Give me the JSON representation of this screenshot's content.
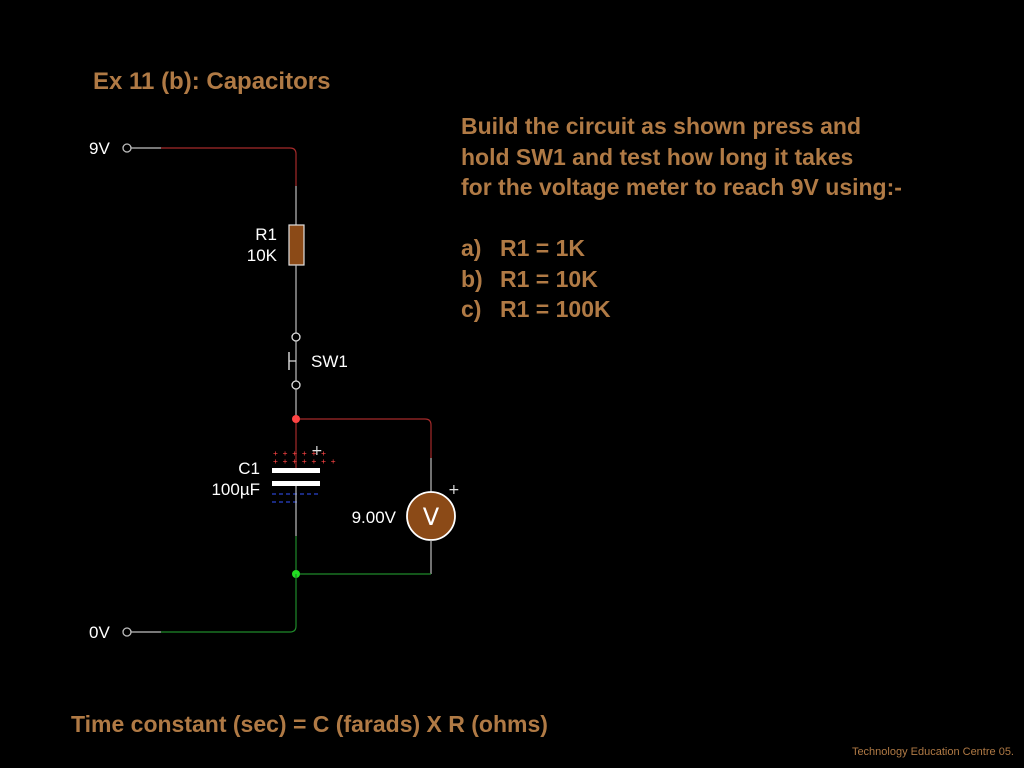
{
  "title": "Ex 11 (b): Capacitors",
  "instructions": {
    "lines": [
      "Build the circuit as shown press and",
      "hold SW1 and test how long it takes",
      "for the voltage meter to reach 9V using:-"
    ],
    "options": [
      {
        "label": "a)",
        "text": "R1 = 1K"
      },
      {
        "label": "b)",
        "text": "R1 = 10K"
      },
      {
        "label": "c)",
        "text": "R1 = 100K"
      }
    ]
  },
  "circuit": {
    "supply_top": "9V",
    "supply_bottom": "0V",
    "resistor": {
      "name": "R1",
      "value": "10K"
    },
    "switch": {
      "name": "SW1"
    },
    "capacitor": {
      "name": "C1",
      "value": "100µF"
    },
    "meter": {
      "reading": "9.00V",
      "symbol": "V",
      "polarity": "+"
    },
    "capacitor_polarity": "+"
  },
  "formula": "Time constant (sec) = C (farads) X R (ohms)",
  "credit": "Technology Education Centre 05.",
  "colors": {
    "accent": "#b07a45",
    "wire_positive": "#a52a2a",
    "wire_ground": "#1f8a2a",
    "wire_neutral": "#bfbfbf",
    "node_positive": "#ff4444",
    "node_ground": "#22dd22"
  }
}
